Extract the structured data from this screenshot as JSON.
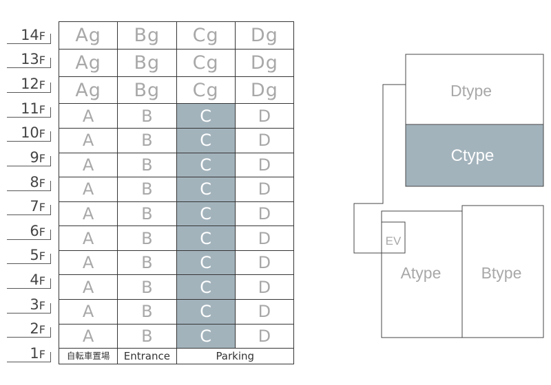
{
  "floors": [
    "14F",
    "13F",
    "12F",
    "11F",
    "10F",
    "9F",
    "8F",
    "7F",
    "6F",
    "5F",
    "4F",
    "3F",
    "2F",
    "1F"
  ],
  "rows": [
    {
      "floor": "14F",
      "units": [
        "Ag",
        "Bg",
        "Cg",
        "Dg"
      ],
      "highlight": []
    },
    {
      "floor": "13F",
      "units": [
        "Ag",
        "Bg",
        "Cg",
        "Dg"
      ],
      "highlight": []
    },
    {
      "floor": "12F",
      "units": [
        "Ag",
        "Bg",
        "Cg",
        "Dg"
      ],
      "highlight": []
    },
    {
      "floor": "11F",
      "units": [
        "A",
        "B",
        "C",
        "D"
      ],
      "highlight": [
        2
      ]
    },
    {
      "floor": "10F",
      "units": [
        "A",
        "B",
        "C",
        "D"
      ],
      "highlight": [
        2
      ]
    },
    {
      "floor": "9F",
      "units": [
        "A",
        "B",
        "C",
        "D"
      ],
      "highlight": [
        2
      ]
    },
    {
      "floor": "8F",
      "units": [
        "A",
        "B",
        "C",
        "D"
      ],
      "highlight": [
        2
      ]
    },
    {
      "floor": "7F",
      "units": [
        "A",
        "B",
        "C",
        "D"
      ],
      "highlight": [
        2
      ]
    },
    {
      "floor": "6F",
      "units": [
        "A",
        "B",
        "C",
        "D"
      ],
      "highlight": [
        2
      ]
    },
    {
      "floor": "5F",
      "units": [
        "A",
        "B",
        "C",
        "D"
      ],
      "highlight": [
        2
      ]
    },
    {
      "floor": "4F",
      "units": [
        "A",
        "B",
        "C",
        "D"
      ],
      "highlight": [
        2
      ]
    },
    {
      "floor": "3F",
      "units": [
        "A",
        "B",
        "C",
        "D"
      ],
      "highlight": [
        2
      ]
    },
    {
      "floor": "2F",
      "units": [
        "A",
        "B",
        "C",
        "D"
      ],
      "highlight": [
        2
      ]
    }
  ],
  "ground": {
    "floor": "1F",
    "bicycle": "自転車置場",
    "entrance": "Entrance",
    "parking": "Parking"
  },
  "floorplan": {
    "dtype": "Dtype",
    "ctype": "Ctype",
    "atype": "Atype",
    "btype": "Btype",
    "ev": "EV",
    "highlight_color": "#a3b3bc"
  },
  "colors": {
    "highlight": "#a3b3bc",
    "text_muted": "#a8a8a8",
    "line": "#333333"
  }
}
